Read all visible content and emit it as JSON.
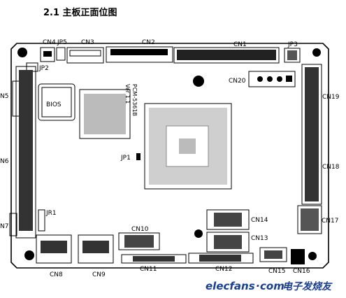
{
  "title": "2.1 主板正面位图",
  "model_text_1": "PCM-5361B",
  "model_text_2": "Ver 1.1",
  "connectors": {
    "cn4": "CN4",
    "jp5": "JP5",
    "cn3": "CN3",
    "cn2": "CN2",
    "cn1": "CN1",
    "jp3": "JP3",
    "jp2": "JP2",
    "cn5": "N5",
    "cn20": "CN20",
    "cn19": "CN19",
    "bios": "BIOS",
    "cn6": "N6",
    "jp1": "JP1",
    "cn18": "CN18",
    "jr1": "JR1",
    "cn17": "CN17",
    "cn14": "CN14",
    "cn7": "N7",
    "cn10": "CN10",
    "cn13": "CN13",
    "cn11": "CN11",
    "cn12": "CN12",
    "cn15": "CN15",
    "cn16": "CN16",
    "cn8": "CN8",
    "cn9": "CN9"
  },
  "watermark": {
    "site": "elecfans",
    "dot": "·",
    "domain": "com",
    "chinese": "电子发烧友"
  },
  "colors": {
    "line": "#000000",
    "watermark": "#1a3f8f"
  }
}
